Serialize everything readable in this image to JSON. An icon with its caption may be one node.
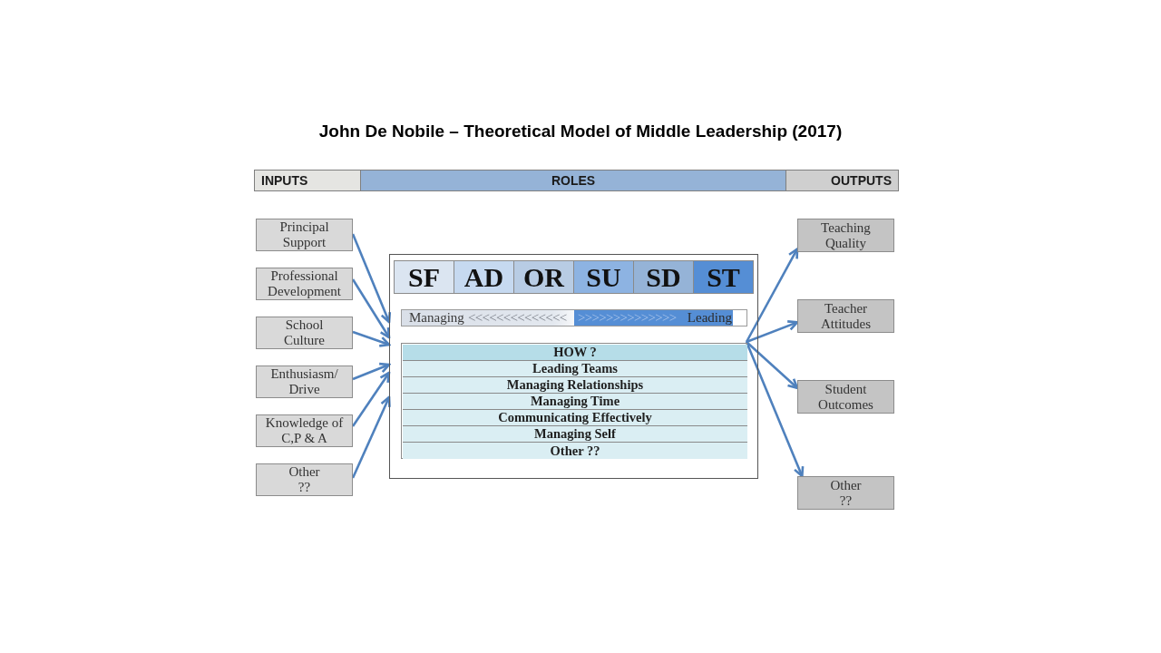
{
  "diagram": {
    "title": "John De Nobile – Theoretical Model of Middle Leadership (2017)",
    "nodes": [
      {
        "text": [
          "INPUTS"
        ]
      },
      {
        "text": [
          "ROLES"
        ]
      },
      {
        "text": [
          "OUTPUTS"
        ]
      },
      {
        "text": [
          "Principal Support"
        ]
      },
      {
        "text": [
          "Professional Development"
        ]
      },
      {
        "text": [
          "School Culture"
        ]
      },
      {
        "text": [
          "Enthusiasm/ Drive"
        ]
      },
      {
        "text": [
          "Knowledge of C,P & A"
        ]
      },
      {
        "text": [
          "Other ??"
        ]
      },
      {
        "text": [],
        "shape": "box"
      },
      {
        "text": [
          "SF"
        ],
        "in": 9
      },
      {
        "text": [
          "AD"
        ],
        "in": 9
      },
      {
        "text": [
          "OR"
        ],
        "in": 9
      },
      {
        "text": [
          "SU"
        ],
        "in": 9
      },
      {
        "text": [
          "SD"
        ],
        "in": 9
      },
      {
        "text": [
          "ST"
        ],
        "in": 9
      },
      {
        "text": [
          "Managing",
          "<<<<<<<<<<<<<<",
          ">>>>>>>>>>>>>>",
          "Leading"
        ],
        "in": 9
      },
      {
        "text": [],
        "shape": "box",
        "in": 9
      },
      {
        "text": [
          "HOW ?"
        ],
        "in": 17
      },
      {
        "text": [
          "Leading Teams"
        ],
        "in": 17
      },
      {
        "text": [
          "Managing Relationships"
        ],
        "in": 17
      },
      {
        "text": [
          "Managing Time"
        ],
        "in": 17
      },
      {
        "text": [
          "Communicating Effectively"
        ],
        "in": 17
      },
      {
        "text": [
          "Managing Self"
        ],
        "in": 17
      },
      {
        "text": [
          "Other ??"
        ],
        "in": 17
      },
      {
        "text": [
          "Teaching Quality"
        ]
      },
      {
        "text": [
          "Teacher Attitudes"
        ]
      },
      {
        "text": [
          "Student Outcomes"
        ]
      },
      {
        "text": [
          "Other ??"
        ]
      }
    ],
    "edges": [
      {
        "from": 3,
        "to": 9,
        "arrow": "to"
      },
      {
        "from": 4,
        "to": 9,
        "arrow": "to"
      },
      {
        "from": 5,
        "to": 9,
        "arrow": "to"
      },
      {
        "from": 6,
        "to": 9,
        "arrow": "to"
      },
      {
        "from": 7,
        "to": 9,
        "arrow": "to"
      },
      {
        "from": 8,
        "to": 9,
        "arrow": "to"
      },
      {
        "from": 17,
        "to": 25,
        "arrow": "to"
      },
      {
        "from": 17,
        "to": 26,
        "arrow": "to"
      },
      {
        "from": 17,
        "to": 27,
        "arrow": "to"
      },
      {
        "from": 17,
        "to": 28,
        "arrow": "to"
      }
    ]
  }
}
